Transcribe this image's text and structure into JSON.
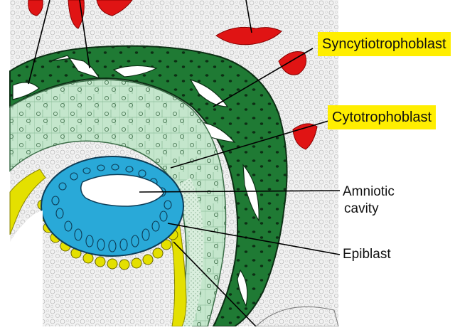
{
  "labels": {
    "syncytiotrophoblast": "Syncytiotrophoblast",
    "cytotrophoblast": "Cytotrophoblast",
    "amniotic_cavity_line1": "Amniotic",
    "amniotic_cavity_line2": "cavity",
    "epiblast": "Epiblast"
  },
  "colors": {
    "background_tissue": "#ededed",
    "syncytiotrophoblast": "#1f7a34",
    "cytotrophoblast": "#bfe3c8",
    "amnion_epithelium": "#29a9d8",
    "hypoblast_ring": "#e4e000",
    "lacunae_blood": "#e01414",
    "label_highlight": "#ffee00"
  }
}
